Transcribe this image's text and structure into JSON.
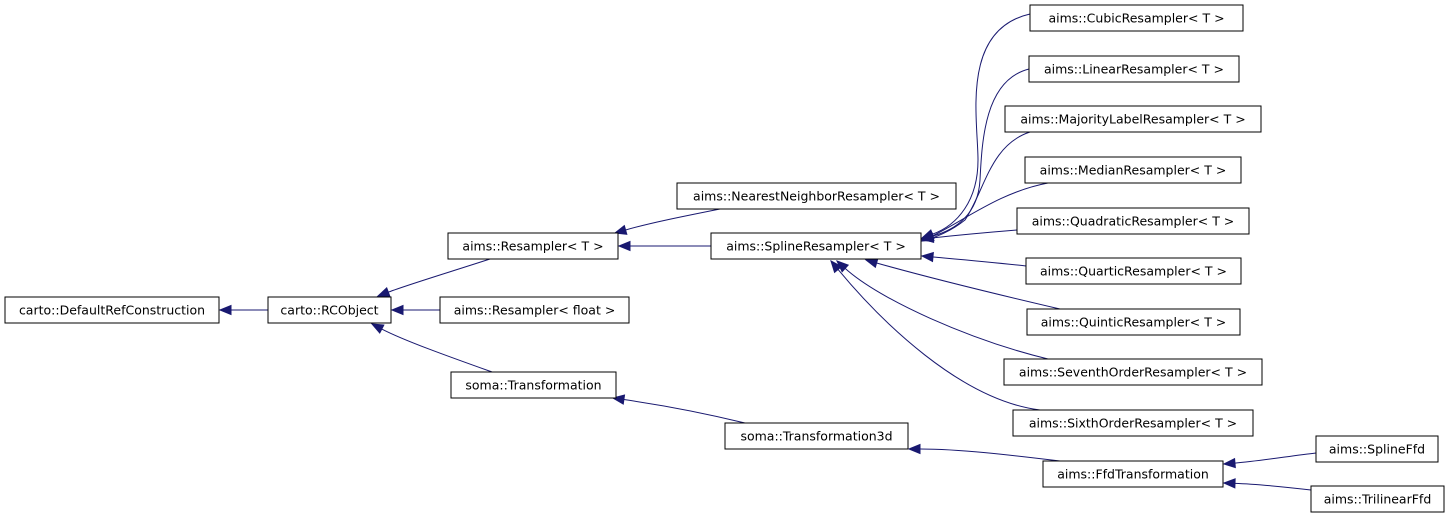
{
  "nodes": [
    {
      "id": "default_ref",
      "label": "carto::DefaultRefConstruction"
    },
    {
      "id": "rcobject",
      "label": "carto::RCObject"
    },
    {
      "id": "resampler_t",
      "label": "aims::Resampler< T >"
    },
    {
      "id": "resampler_float",
      "label": "aims::Resampler< float >"
    },
    {
      "id": "soma_transformation",
      "label": "soma::Transformation"
    },
    {
      "id": "nearest",
      "label": "aims::NearestNeighborResampler< T >"
    },
    {
      "id": "spline",
      "label": "aims::SplineResampler< T >"
    },
    {
      "id": "transformation3d",
      "label": "soma::Transformation3d"
    },
    {
      "id": "cubic",
      "label": "aims::CubicResampler< T >"
    },
    {
      "id": "linear",
      "label": "aims::LinearResampler< T >"
    },
    {
      "id": "majority",
      "label": "aims::MajorityLabelResampler< T >"
    },
    {
      "id": "median",
      "label": "aims::MedianResampler< T >"
    },
    {
      "id": "quadratic",
      "label": "aims::QuadraticResampler< T >"
    },
    {
      "id": "quartic",
      "label": "aims::QuarticResampler< T >"
    },
    {
      "id": "quintic",
      "label": "aims::QuinticResampler< T >"
    },
    {
      "id": "seventh",
      "label": "aims::SeventhOrderResampler< T >"
    },
    {
      "id": "sixth",
      "label": "aims::SixthOrderResampler< T >"
    },
    {
      "id": "ffd",
      "label": "aims::FfdTransformation"
    },
    {
      "id": "splineffd",
      "label": "aims::SplineFfd"
    },
    {
      "id": "trilinearffd",
      "label": "aims::TrilinearFfd"
    }
  ],
  "edges": [
    {
      "child": "rcobject",
      "parent": "default_ref"
    },
    {
      "child": "resampler_t",
      "parent": "rcobject"
    },
    {
      "child": "resampler_float",
      "parent": "rcobject"
    },
    {
      "child": "soma_transformation",
      "parent": "rcobject"
    },
    {
      "child": "nearest",
      "parent": "resampler_t"
    },
    {
      "child": "spline",
      "parent": "resampler_t"
    },
    {
      "child": "transformation3d",
      "parent": "soma_transformation"
    },
    {
      "child": "cubic",
      "parent": "spline"
    },
    {
      "child": "linear",
      "parent": "spline"
    },
    {
      "child": "majority",
      "parent": "spline"
    },
    {
      "child": "median",
      "parent": "spline"
    },
    {
      "child": "quadratic",
      "parent": "spline"
    },
    {
      "child": "quartic",
      "parent": "spline"
    },
    {
      "child": "quintic",
      "parent": "spline"
    },
    {
      "child": "seventh",
      "parent": "spline"
    },
    {
      "child": "sixth",
      "parent": "spline"
    },
    {
      "child": "ffd",
      "parent": "transformation3d"
    },
    {
      "child": "splineffd",
      "parent": "ffd"
    },
    {
      "child": "trilinearffd",
      "parent": "ffd"
    }
  ],
  "colors": {
    "edge": "#191970",
    "node_border": "#000000",
    "node_fill": "#ffffff",
    "background": "#ffffff"
  }
}
